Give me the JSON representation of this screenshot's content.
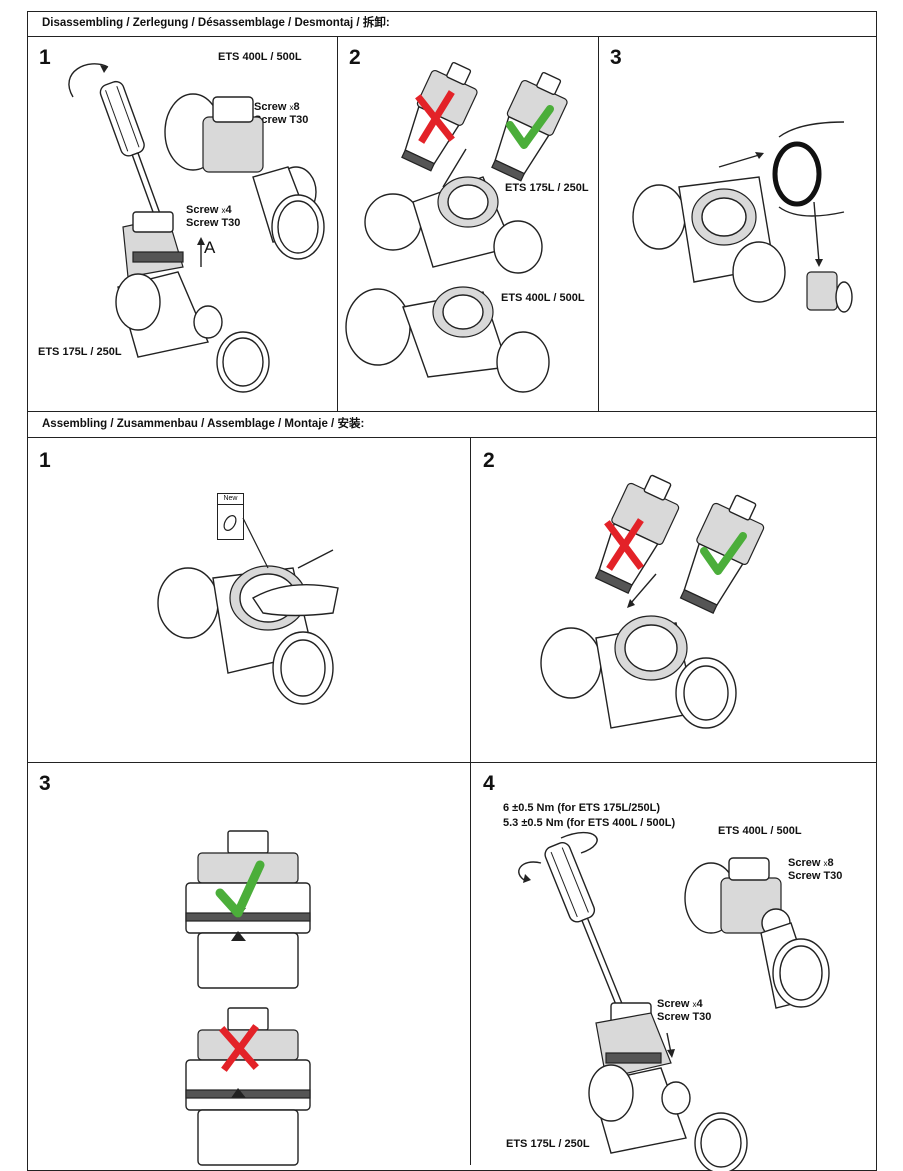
{
  "disassembly": {
    "header": "Disassembling / Zerlegung / Désassemblage / Desmontaj / 拆卸:",
    "steps": [
      {
        "number": "1",
        "model_top": "ETS 400L / 500L",
        "screw8_a": "Screw",
        "screw8_x": "x",
        "screw8_n": "8",
        "screw8_b": "Screw T30",
        "screw4_a": "Screw",
        "screw4_x": "x",
        "screw4_n": "4",
        "screw4_b": "Screw T30",
        "arrow_label": "A",
        "model_bottom": "ETS 175L / 250L"
      },
      {
        "number": "2",
        "model_top": "ETS 175L / 250L",
        "model_bottom": "ETS 400L / 500L"
      },
      {
        "number": "3"
      }
    ]
  },
  "assembly": {
    "header": "Assembling / Zusammenbau / Assemblage / Montaje / 安装:",
    "steps": [
      {
        "number": "1",
        "new_label": "New"
      },
      {
        "number": "2"
      },
      {
        "number": "3"
      },
      {
        "number": "4",
        "torque_1": "6 ±0.5 Nm (for ETS 175L/250L)",
        "torque_2": "5.3 ±0.5 Nm (for ETS 400L / 500L)",
        "model_top": "ETS 400L / 500L",
        "screw8_a": "Screw",
        "screw8_x": "x",
        "screw8_n": "8",
        "screw8_b": "Screw T30",
        "screw4_a": "Screw",
        "screw4_x": "x",
        "screw4_n": "4",
        "screw4_b": "Screw T30",
        "model_bottom": "ETS 175L / 250L"
      }
    ]
  },
  "colors": {
    "wrong": "#e32228",
    "correct": "#4bae3a",
    "line": "#222222"
  }
}
